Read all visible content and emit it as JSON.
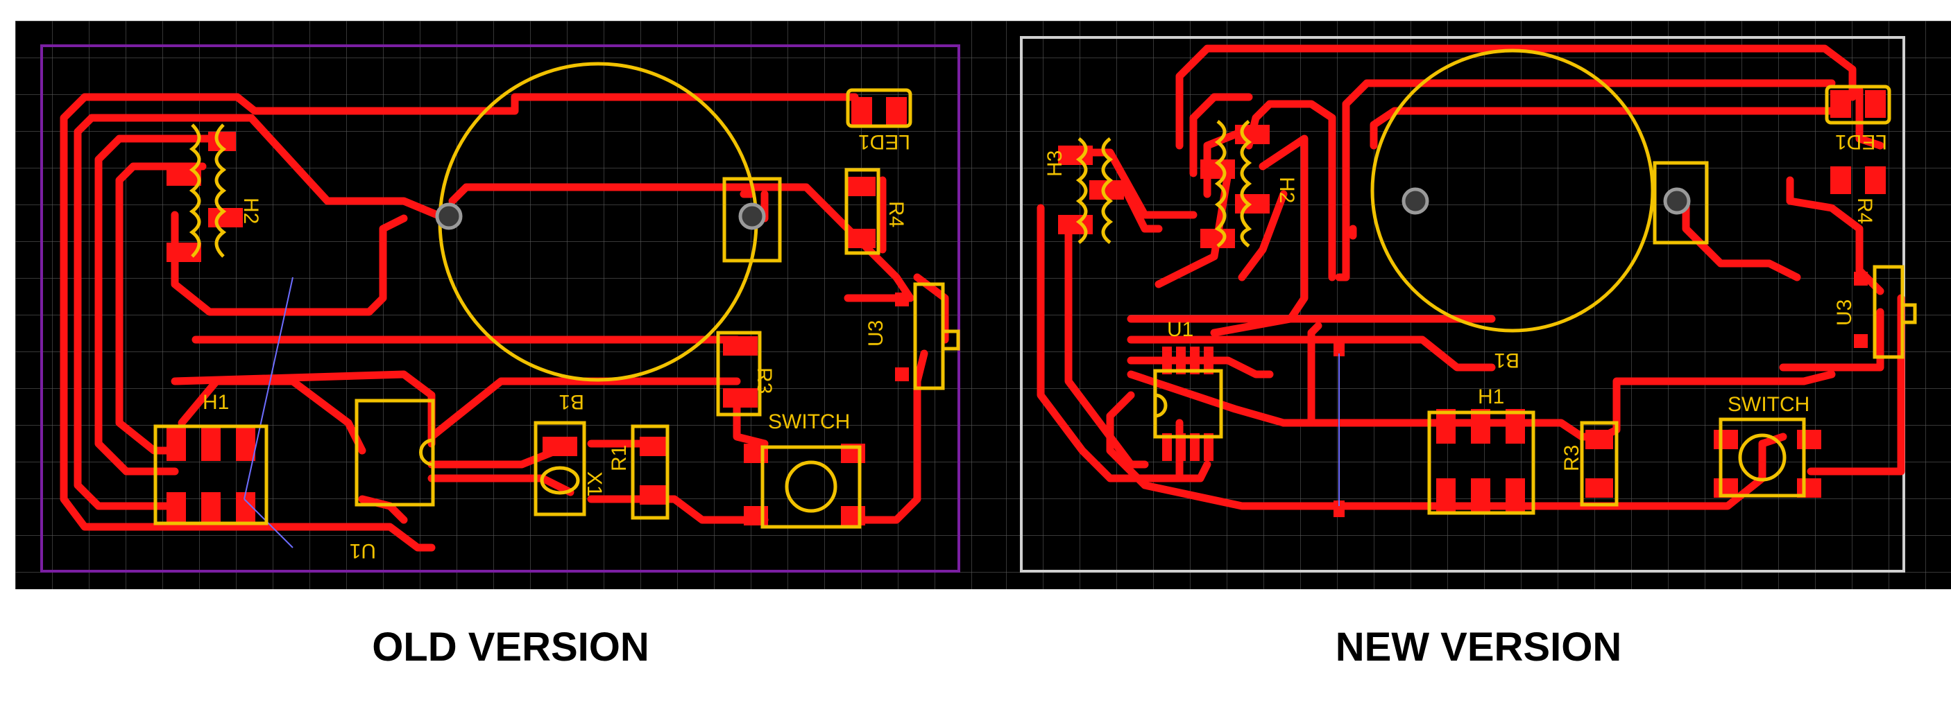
{
  "captions": {
    "old": "OLD VERSION",
    "new": "NEW VERSION"
  },
  "old_board": {
    "labels": {
      "h1": "H1",
      "h2": "H2",
      "u1": "U1",
      "u3": "U3",
      "b1": "B1",
      "r1": "R1",
      "r3": "R3",
      "r4": "R4",
      "x1": "X1",
      "led1": "LED1",
      "switch": "SWITCH"
    },
    "outline_color": "#7a1fa2"
  },
  "new_board": {
    "labels": {
      "h1": "H1",
      "h2": "H2",
      "h3": "H3",
      "u1": "U1",
      "u3": "U3",
      "b1": "B1",
      "r3": "R3",
      "r4": "R4",
      "led1": "LED1",
      "switch": "SWITCH"
    },
    "outline_color": "#d0d0d0"
  },
  "colors": {
    "background": "#000000",
    "trace": "#ff1414",
    "silkscreen": "#f2c200",
    "grid": "#5a5a5a",
    "ratsnest": "#6d6dff"
  }
}
